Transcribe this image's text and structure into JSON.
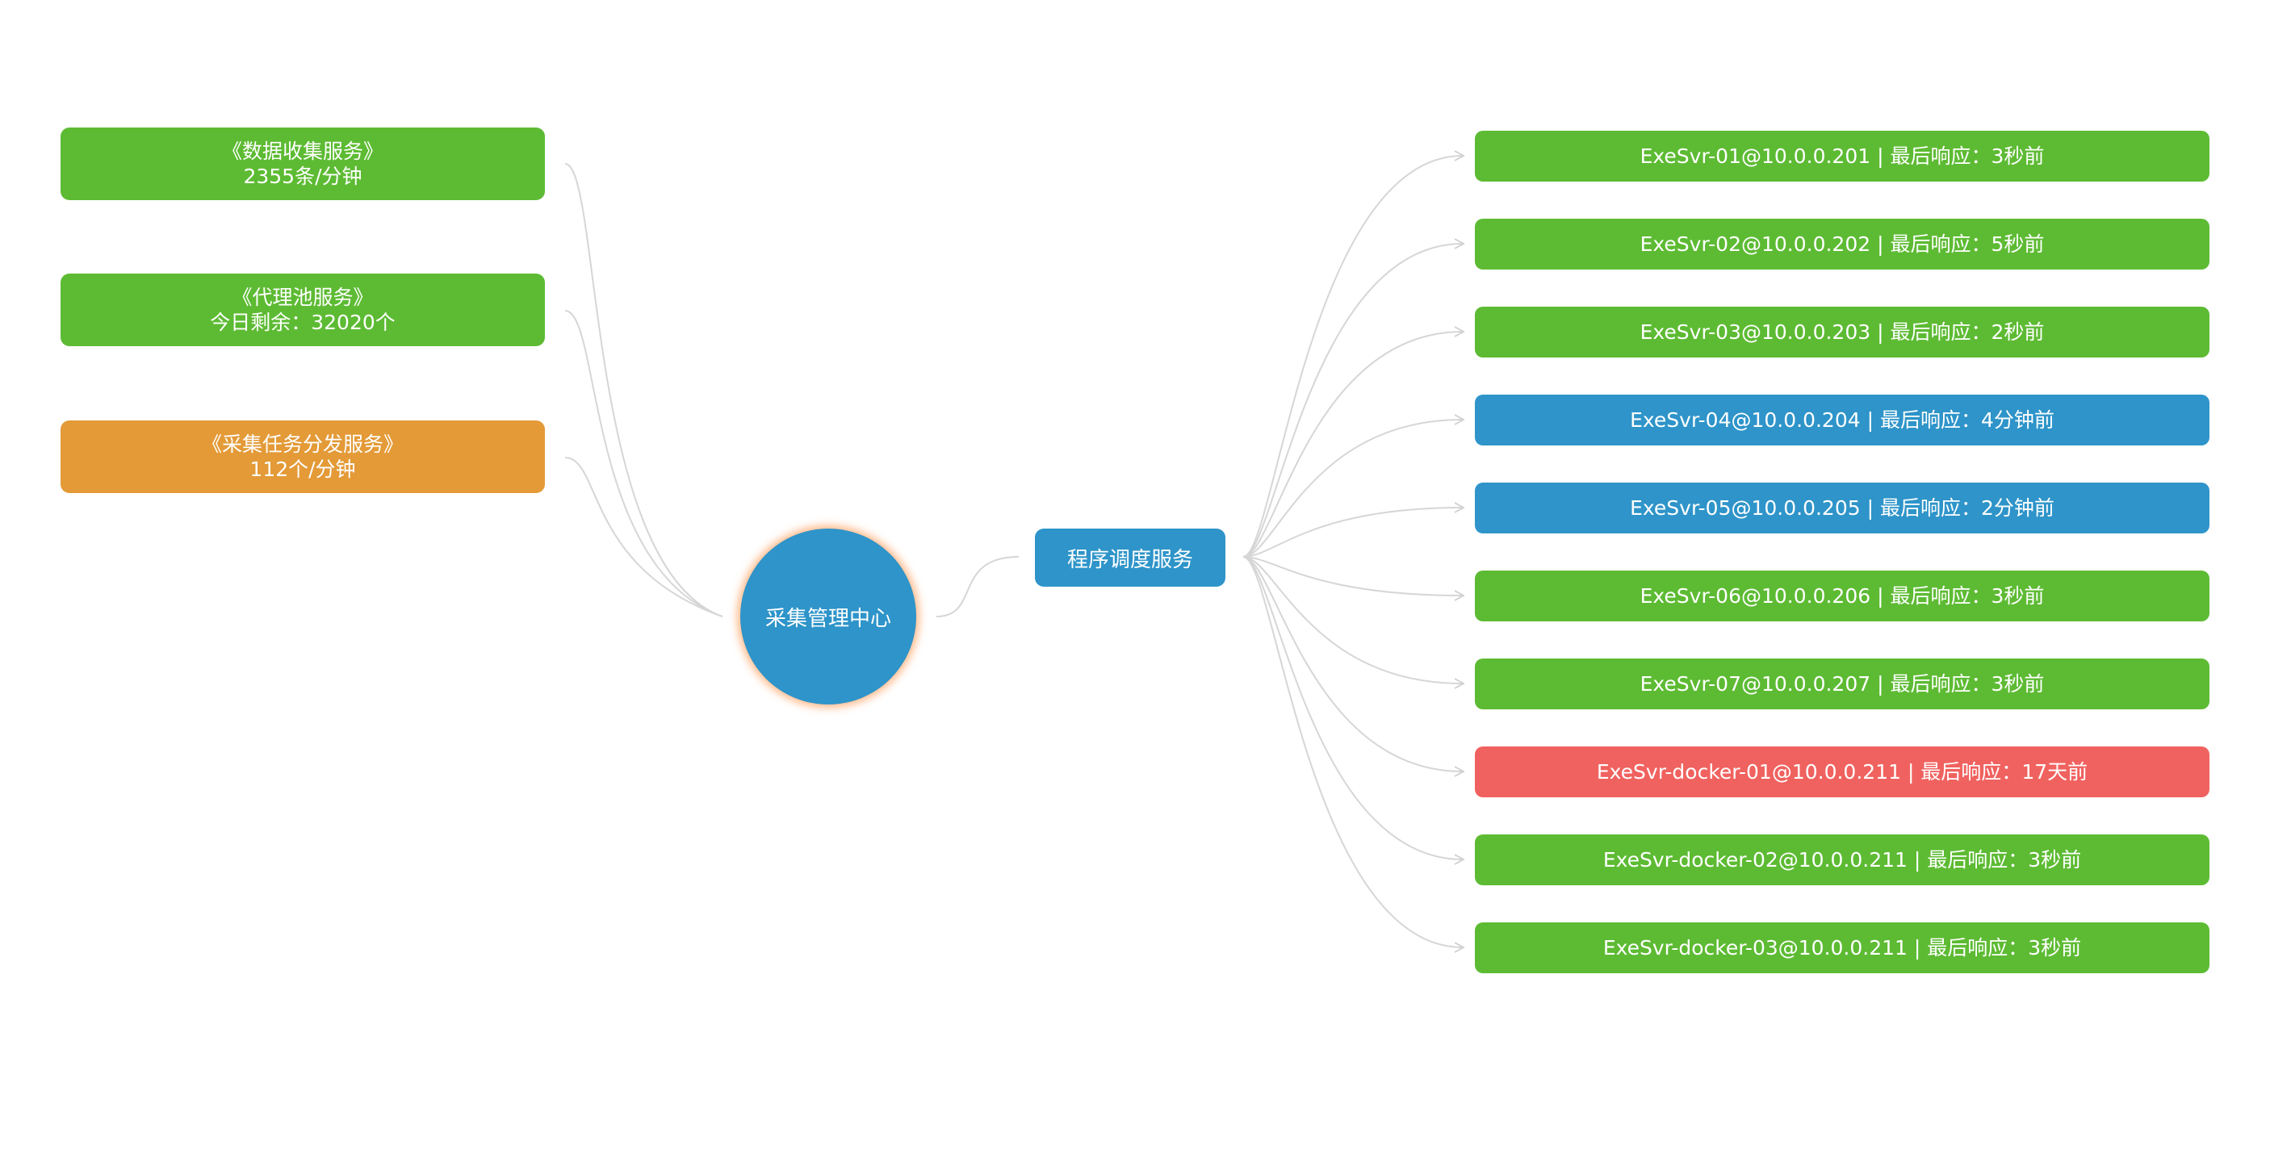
{
  "colors": {
    "green": "#5dbb33",
    "blue": "#2e94c9",
    "orange": "#e39a37",
    "red": "#f0625f",
    "edge": "#d6d6d6"
  },
  "center": {
    "label": "采集管理中心",
    "color": "#2e94c9"
  },
  "scheduler": {
    "label": "程序调度服务",
    "color": "#2e94c9"
  },
  "left_nodes": [
    {
      "title": "《数据收集服务》",
      "subtitle": "2355条/分钟",
      "color": "#5dbb33"
    },
    {
      "title": "《代理池服务》",
      "subtitle": "今日剩余：32020个",
      "color": "#5dbb33"
    },
    {
      "title": "《采集任务分发服务》",
      "subtitle": "112个/分钟",
      "color": "#e39a37"
    }
  ],
  "servers": [
    {
      "label": "ExeSvr-01@10.0.0.201 | 最后响应：3秒前",
      "color": "#5dbb33"
    },
    {
      "label": "ExeSvr-02@10.0.0.202 | 最后响应：5秒前",
      "color": "#5dbb33"
    },
    {
      "label": "ExeSvr-03@10.0.0.203 | 最后响应：2秒前",
      "color": "#5dbb33"
    },
    {
      "label": "ExeSvr-04@10.0.0.204 | 最后响应：4分钟前",
      "color": "#2e94c9"
    },
    {
      "label": "ExeSvr-05@10.0.0.205 | 最后响应：2分钟前",
      "color": "#2e94c9"
    },
    {
      "label": "ExeSvr-06@10.0.0.206 | 最后响应：3秒前",
      "color": "#5dbb33"
    },
    {
      "label": "ExeSvr-07@10.0.0.207 | 最后响应：3秒前",
      "color": "#5dbb33"
    },
    {
      "label": "ExeSvr-docker-01@10.0.0.211 | 最后响应：17天前",
      "color": "#f0625f"
    },
    {
      "label": "ExeSvr-docker-02@10.0.0.211 | 最后响应：3秒前",
      "color": "#5dbb33"
    },
    {
      "label": "ExeSvr-docker-03@10.0.0.211 | 最后响应：3秒前",
      "color": "#5dbb33"
    }
  ]
}
